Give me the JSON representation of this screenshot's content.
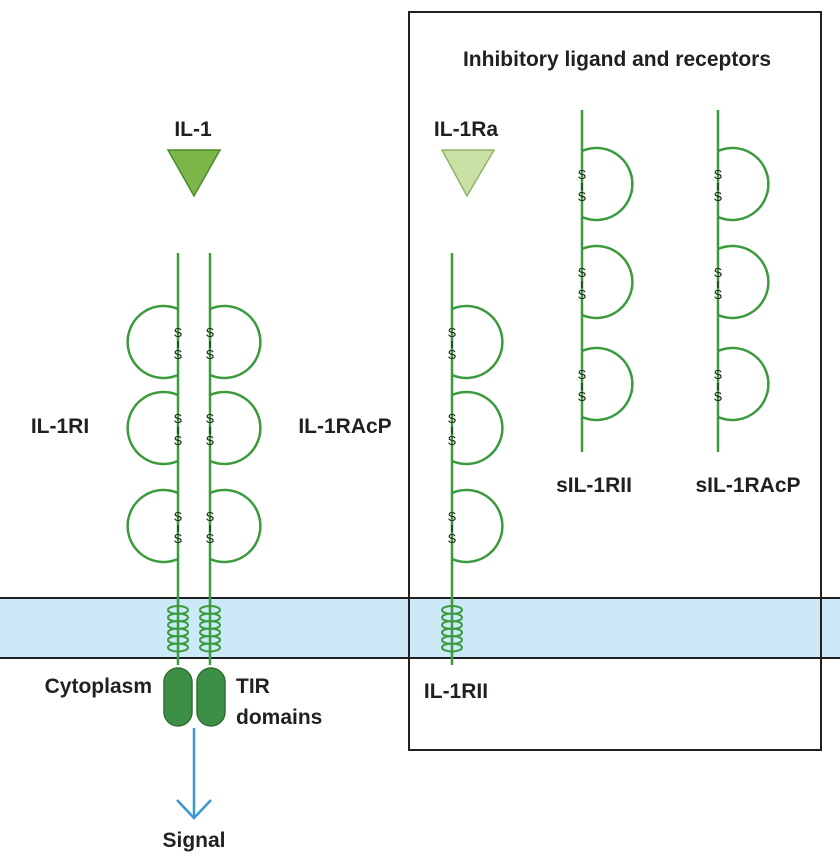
{
  "labels": {
    "box_title": "Inhibitory ligand and receptors",
    "il1": "IL-1",
    "il1ra": "IL-1Ra",
    "il1ri": "IL-1RI",
    "il1racp": "IL-1RAcP",
    "sil1rii": "sIL-1RII",
    "sil1racp": "sIL-1RAcP",
    "il1rii": "IL-1RII",
    "cytoplasm": "Cytoplasm",
    "tir_line1": "TIR",
    "tir_line2": "domains",
    "signal": "Signal",
    "s": "S"
  },
  "colors": {
    "membrane_fill": "#cbe9f6",
    "stroke_green": "#3b9a3c",
    "il1_fill": "#7ab648",
    "il1ra_fill": "#c9e1a4",
    "tir_fill": "#3d8f45",
    "signal_arrow": "#3a97d3",
    "text": "#231f20"
  }
}
